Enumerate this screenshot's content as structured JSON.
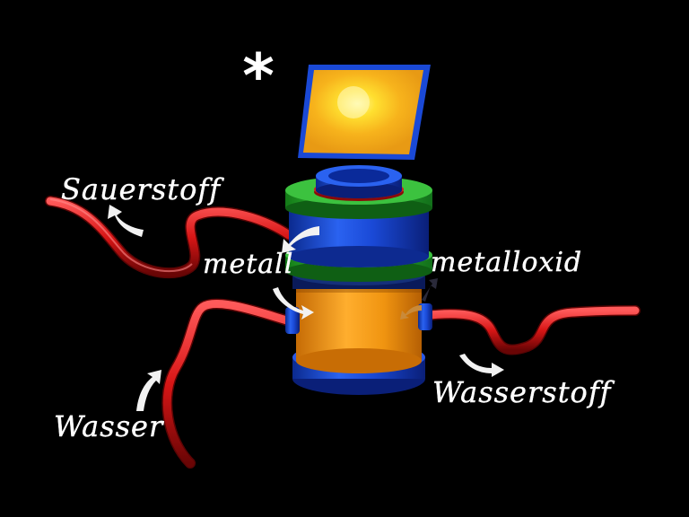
{
  "labels": {
    "star": "*",
    "sauerstoff": "Sauerstoff",
    "metall": "metall",
    "metalloxid": "metalloxid",
    "wasser": "Wasser",
    "wasserstoff": "Wasserstoff"
  },
  "colors": {
    "background": "#000000",
    "pipe": "#d81616",
    "reactor_blue": "#1a49d6",
    "reactor_orange": "#f09410",
    "ring_green": "#27a52a",
    "ring_red": "#d41c1c",
    "lid_yellow": "#ffd21a",
    "arrow": "#f2f2f2"
  },
  "icons": [
    "sun-glow-icon",
    "flow-arrow-icon"
  ]
}
